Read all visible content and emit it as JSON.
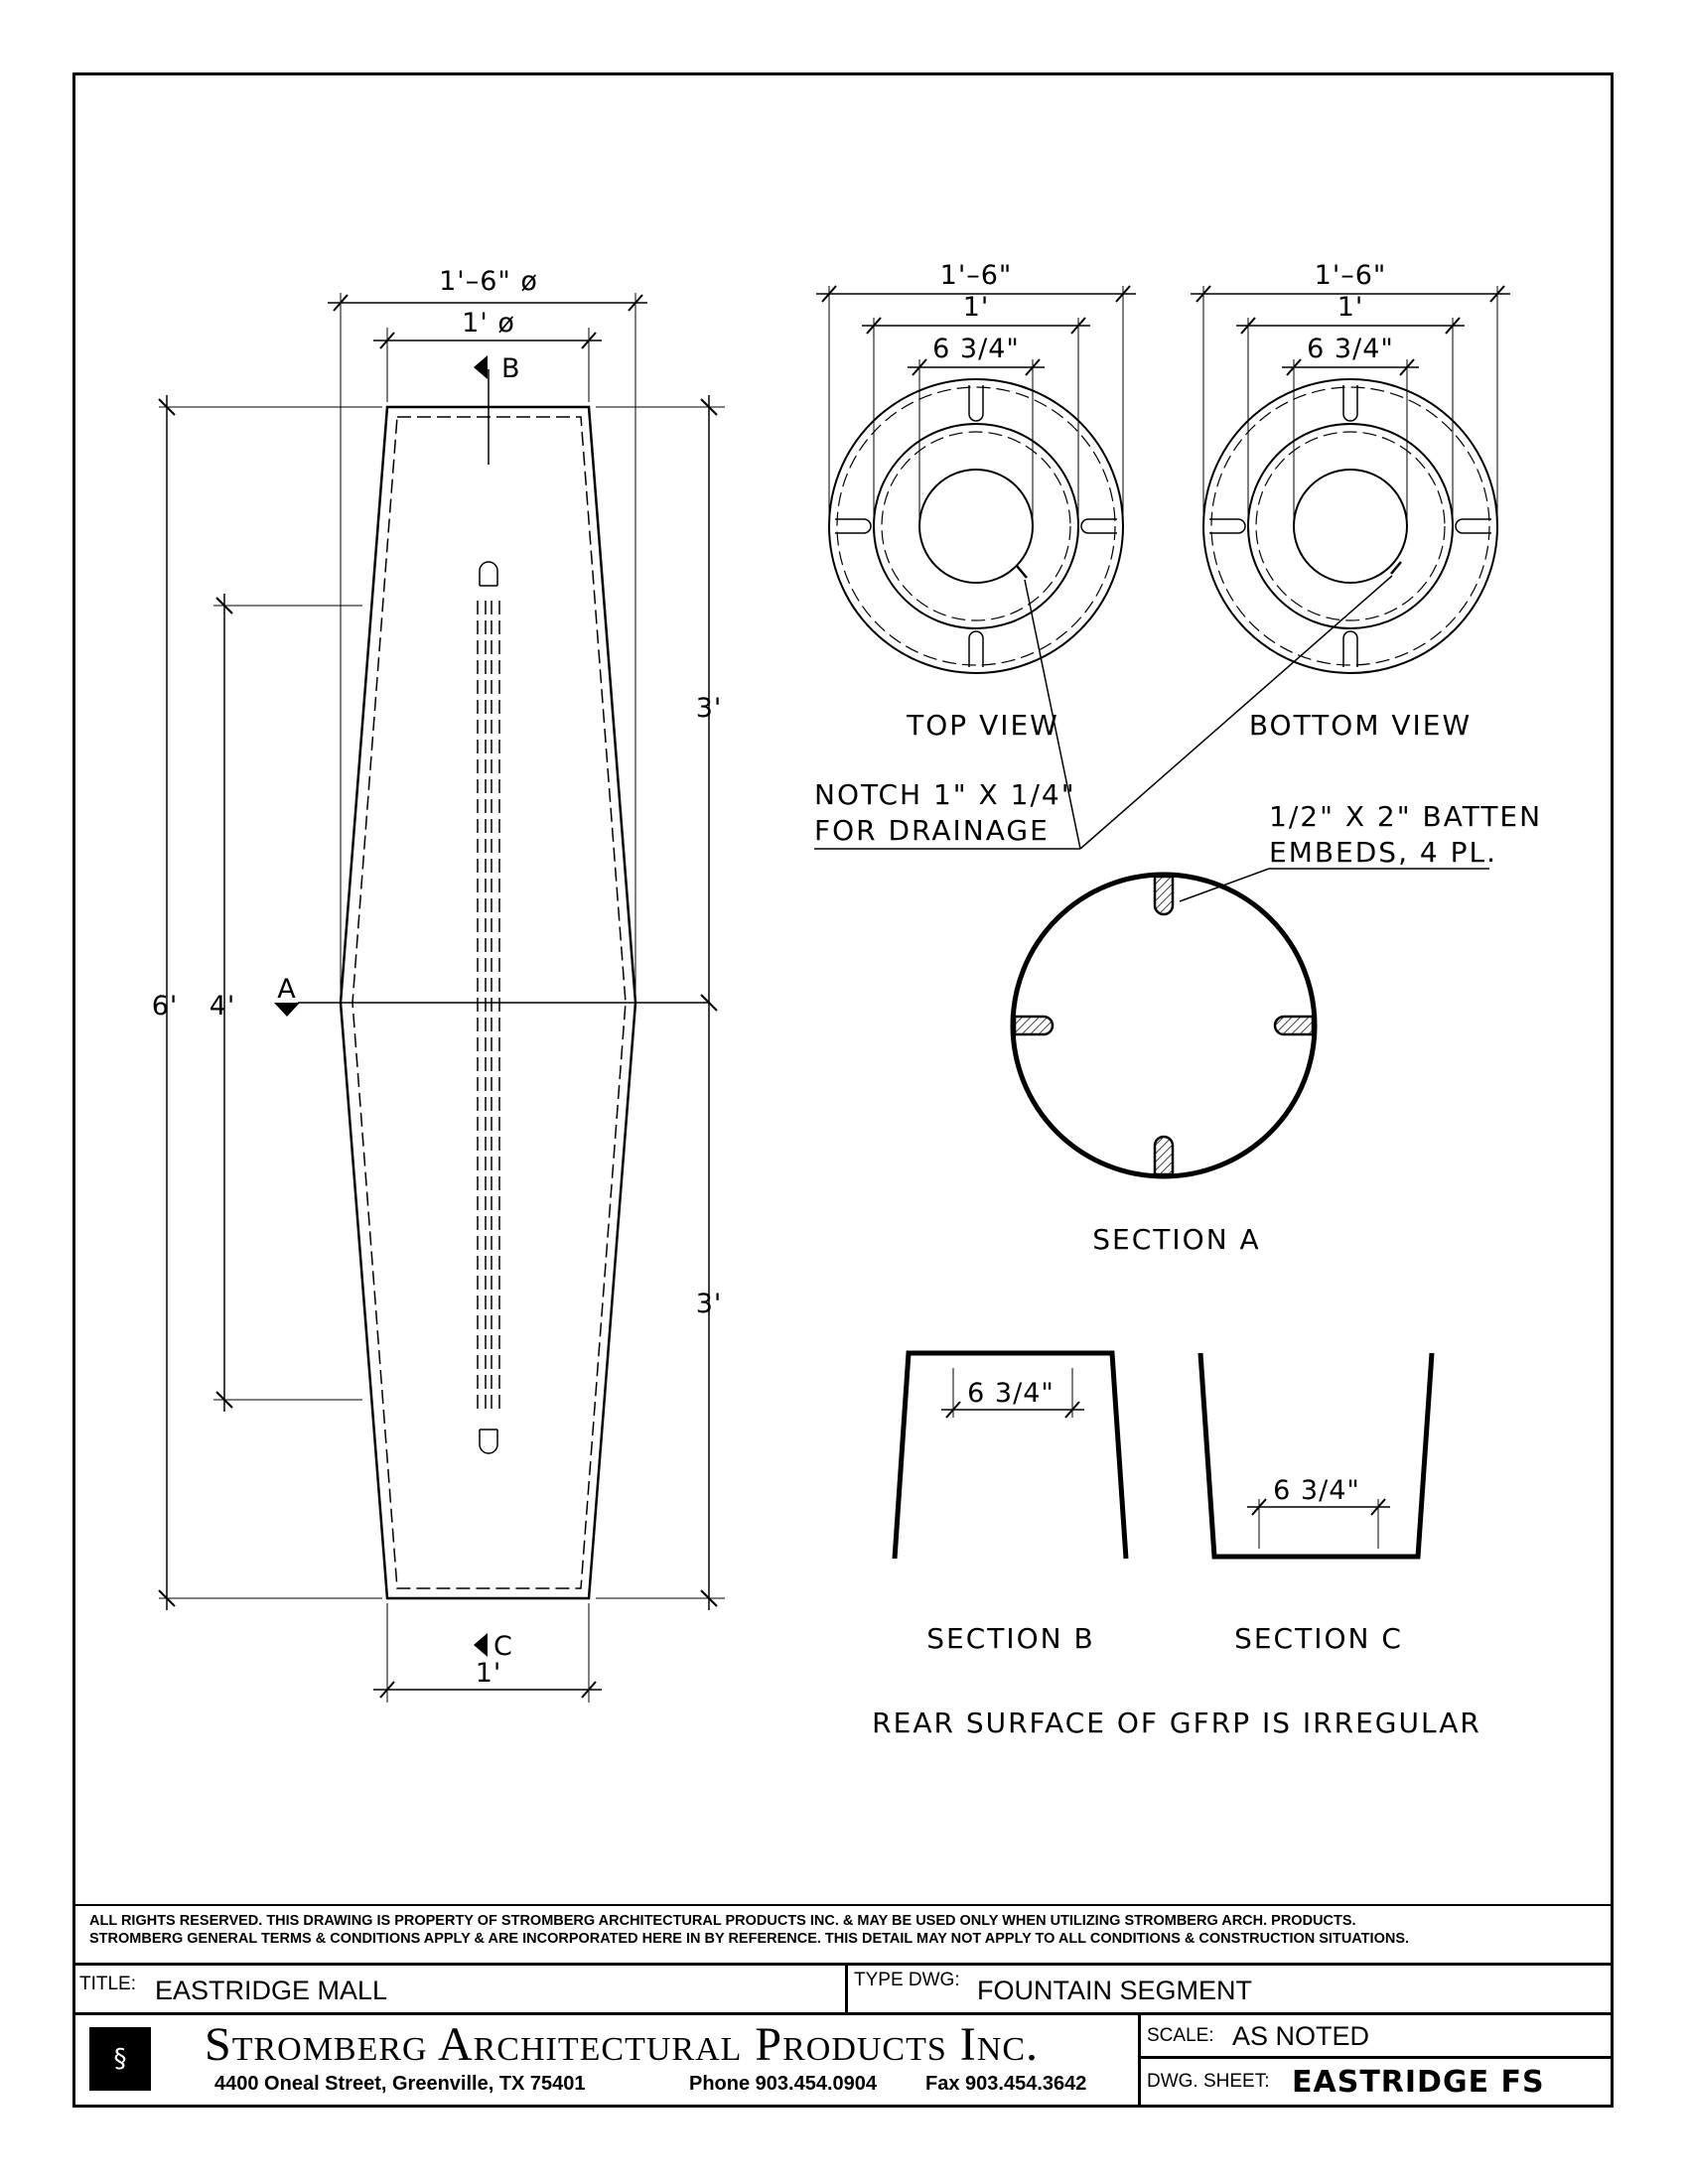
{
  "elevation": {
    "dim_top_outer": "1'–6\" ø",
    "dim_top_inner": "1' ø",
    "dim_bottom": "1'",
    "dim_height_total": "6'",
    "dim_height_inner": "4'",
    "dim_upper_half": "3'",
    "dim_lower_half": "3'",
    "section_marker_a": "A",
    "section_marker_b": "B",
    "section_marker_c": "C"
  },
  "top_view": {
    "dim_outer": "1'–6\"",
    "dim_mid": "1'",
    "dim_inner": "6 3/4\"",
    "label": "TOP VIEW"
  },
  "bottom_view": {
    "dim_outer": "1'–6\"",
    "dim_mid": "1'",
    "dim_inner": "6 3/4\"",
    "label": "BOTTOM VIEW"
  },
  "notes": {
    "notch_line1": "NOTCH 1\" X 1/4\"",
    "notch_line2": "FOR DRAINAGE",
    "batten_line1": "1/2\" X 2\" BATTEN",
    "batten_line2": "EMBEDS, 4 PL.",
    "rear_surface": "REAR SURFACE OF GFRP IS IRREGULAR"
  },
  "section_a": {
    "label": "SECTION    A"
  },
  "section_b": {
    "label": "SECTION    B",
    "dim": "6 3/4\""
  },
  "section_c": {
    "label": "SECTION    C",
    "dim": "6 3/4\""
  },
  "titleblock": {
    "legal_line1": "ALL RIGHTS RESERVED. THIS DRAWING IS PROPERTY OF STROMBERG ARCHITECTURAL PRODUCTS INC. & MAY BE USED ONLY WHEN UTILIZING STROMBERG ARCH. PRODUCTS.",
    "legal_line2": "STROMBERG GENERAL TERMS & CONDITIONS APPLY & ARE INCORPORATED HERE IN BY REFERENCE. THIS DETAIL MAY NOT APPLY TO ALL CONDITIONS & CONSTRUCTION SITUATIONS.",
    "title_caption": "TITLE:",
    "title_value": "EASTRIDGE MALL",
    "type_caption": "TYPE DWG:",
    "type_value": "FOUNTAIN SEGMENT",
    "company_name": "Stromberg Architectural Products Inc.",
    "address": "4400 Oneal Street, Greenville, TX  75401",
    "phone": "Phone 903.454.0904",
    "fax": "Fax 903.454.3642",
    "scale_caption": "SCALE:",
    "scale_value": "AS NOTED",
    "sheet_caption": "DWG. SHEET:",
    "sheet_value": "EASTRIDGE FS"
  }
}
